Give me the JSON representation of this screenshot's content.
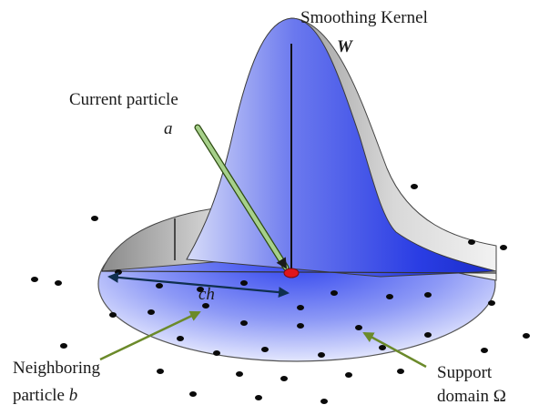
{
  "labels": {
    "kernel_title": "Smoothing Kernel",
    "kernel_symbol": "W",
    "current_particle": "Current particle",
    "current_symbol": "a",
    "smoothing_length": "ch",
    "neighboring_line1": "Neighboring",
    "neighboring_line2": "particle",
    "neighboring_symbol": "b",
    "support_line1": "Support",
    "support_line2": "domain Ω"
  },
  "colors": {
    "kernel_blue": "#2a3fe0",
    "domain_blue": "#3b4df0",
    "current_particle": "#e0161c",
    "pointer_arrow": "#a6d08a",
    "radius_arrow": "#0f2f4f",
    "particle": "#0a0a0a"
  }
}
